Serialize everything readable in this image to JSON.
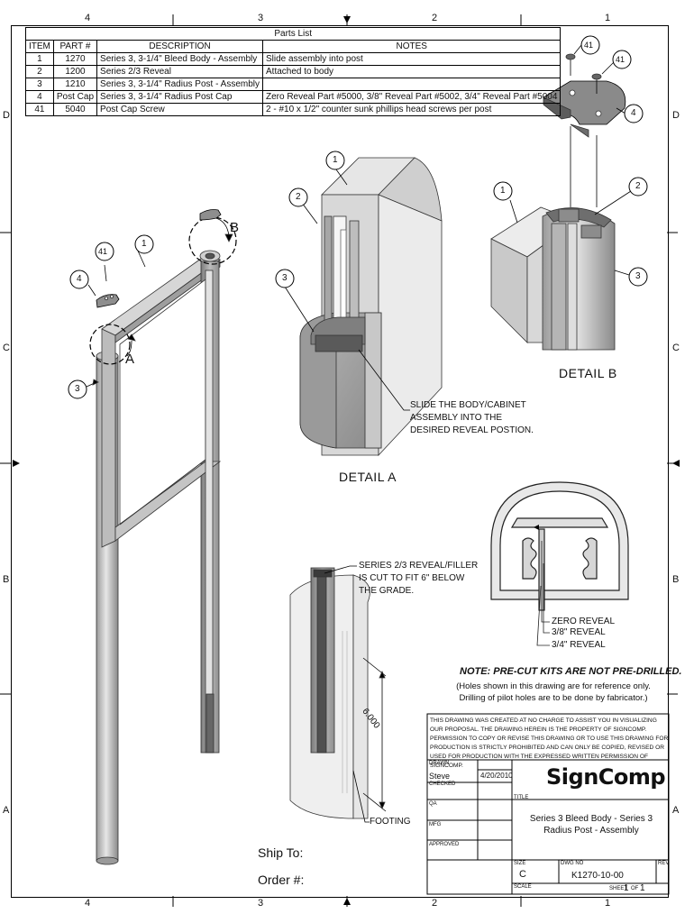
{
  "zones": {
    "top": [
      "4",
      "3",
      "2",
      "1"
    ],
    "bottom": [
      "4",
      "3",
      "2",
      "1"
    ],
    "left": [
      "D",
      "C",
      "B",
      "A"
    ],
    "right": [
      "D",
      "C",
      "B",
      "A"
    ]
  },
  "parts_list": {
    "title": "Parts List",
    "headers": [
      "ITEM",
      "PART #",
      "DESCRIPTION",
      "NOTES"
    ],
    "rows": [
      [
        "1",
        "1270",
        "Series 3, 3-1/4\" Bleed Body - Assembly",
        "Slide assembly into post"
      ],
      [
        "2",
        "1200",
        "Series 2/3 Reveal",
        "Attached to body"
      ],
      [
        "3",
        "1210",
        "Series 3, 3-1/4\" Radius Post - Assembly",
        ""
      ],
      [
        "4",
        "Post Cap",
        "Series 3, 3-1/4\" Radius Post Cap",
        "Zero Reveal Part #5000, 3/8\" Reveal Part #5002, 3/4\" Reveal Part #5004"
      ],
      [
        "41",
        "5040",
        "Post Cap Screw",
        "2 - #10 x 1/2\" counter sunk phillips head screws per post"
      ]
    ]
  },
  "balloons": {
    "main_1": "1",
    "main_41": "41",
    "main_4": "4",
    "main_3": "3",
    "detA_1": "1",
    "detA_2": "2",
    "detA_3": "3",
    "detB_41a": "41",
    "detB_41b": "41",
    "detB_4": "4",
    "detB_1": "1",
    "detB_2": "2",
    "detB_3": "3"
  },
  "view_letters": {
    "a": "A",
    "b": "B"
  },
  "detail_labels": {
    "a": "DETAIL  A",
    "b": "DETAIL  B"
  },
  "callouts": {
    "slide": [
      "SLIDE THE BODY/CABINET",
      "ASSEMBLY INTO THE",
      "DESIRED REVEAL POSTION."
    ],
    "reveal_filler": [
      "SERIES 2/3 REVEAL/FILLER",
      "IS CUT TO FIT 6\" BELOW",
      "THE GRADE."
    ],
    "zero": "ZERO REVEAL",
    "r38": "3/8\" REVEAL",
    "r34": "3/4\" REVEAL",
    "footing": "FOOTING",
    "dimension": "6.000"
  },
  "note": {
    "title": "NOTE: PRE-CUT KITS ARE NOT PRE-DRILLED.",
    "line1": "(Holes shown in this drawing are for reference only.",
    "line2": "Drilling of pilot holes are to be done by fabricator.)"
  },
  "ship": {
    "ship_to": "Ship To:",
    "order": "Order #:"
  },
  "title_block": {
    "disclaimer": "THIS DRAWING WAS CREATED AT NO CHARGE TO ASSIST YOU IN VISUALIZING OUR PROPOSAL.  THE DRAWING HEREIN IS THE PROPERTY OF SIGNCOMP.  PERMISSION TO COPY OR REVISE THIS DRAWING OR TO USE THIS DRAWING FOR PRODUCTION IS STRICTLY PROHIBITED AND CAN ONLY BE COPIED, REVISED OR USED FOR PRODUCTION WITH THE EXPRESSED WRITTEN PERMISSION OF SIGNCOMP.",
    "drawn_label": "DRAWN",
    "drawn_by": "Steve",
    "drawn_date": "4/20/2010",
    "checked_label": "CHECKED",
    "qa_label": "QA",
    "mfg_label": "MFG",
    "approved_label": "APPROVED",
    "company": "SignComp",
    "title_label": "TITLE",
    "title": "Series 3 Bleed Body - Series 3 Radius Post - Assembly",
    "size_label": "SIZE",
    "size": "C",
    "dwg_label": "DWG NO",
    "dwg_no": "K1270-10-00",
    "rev_label": "REV",
    "scale_label": "SCALE",
    "sheet_label": "SHEET",
    "sheet": "1",
    "of_label": "OF",
    "of": "1"
  }
}
